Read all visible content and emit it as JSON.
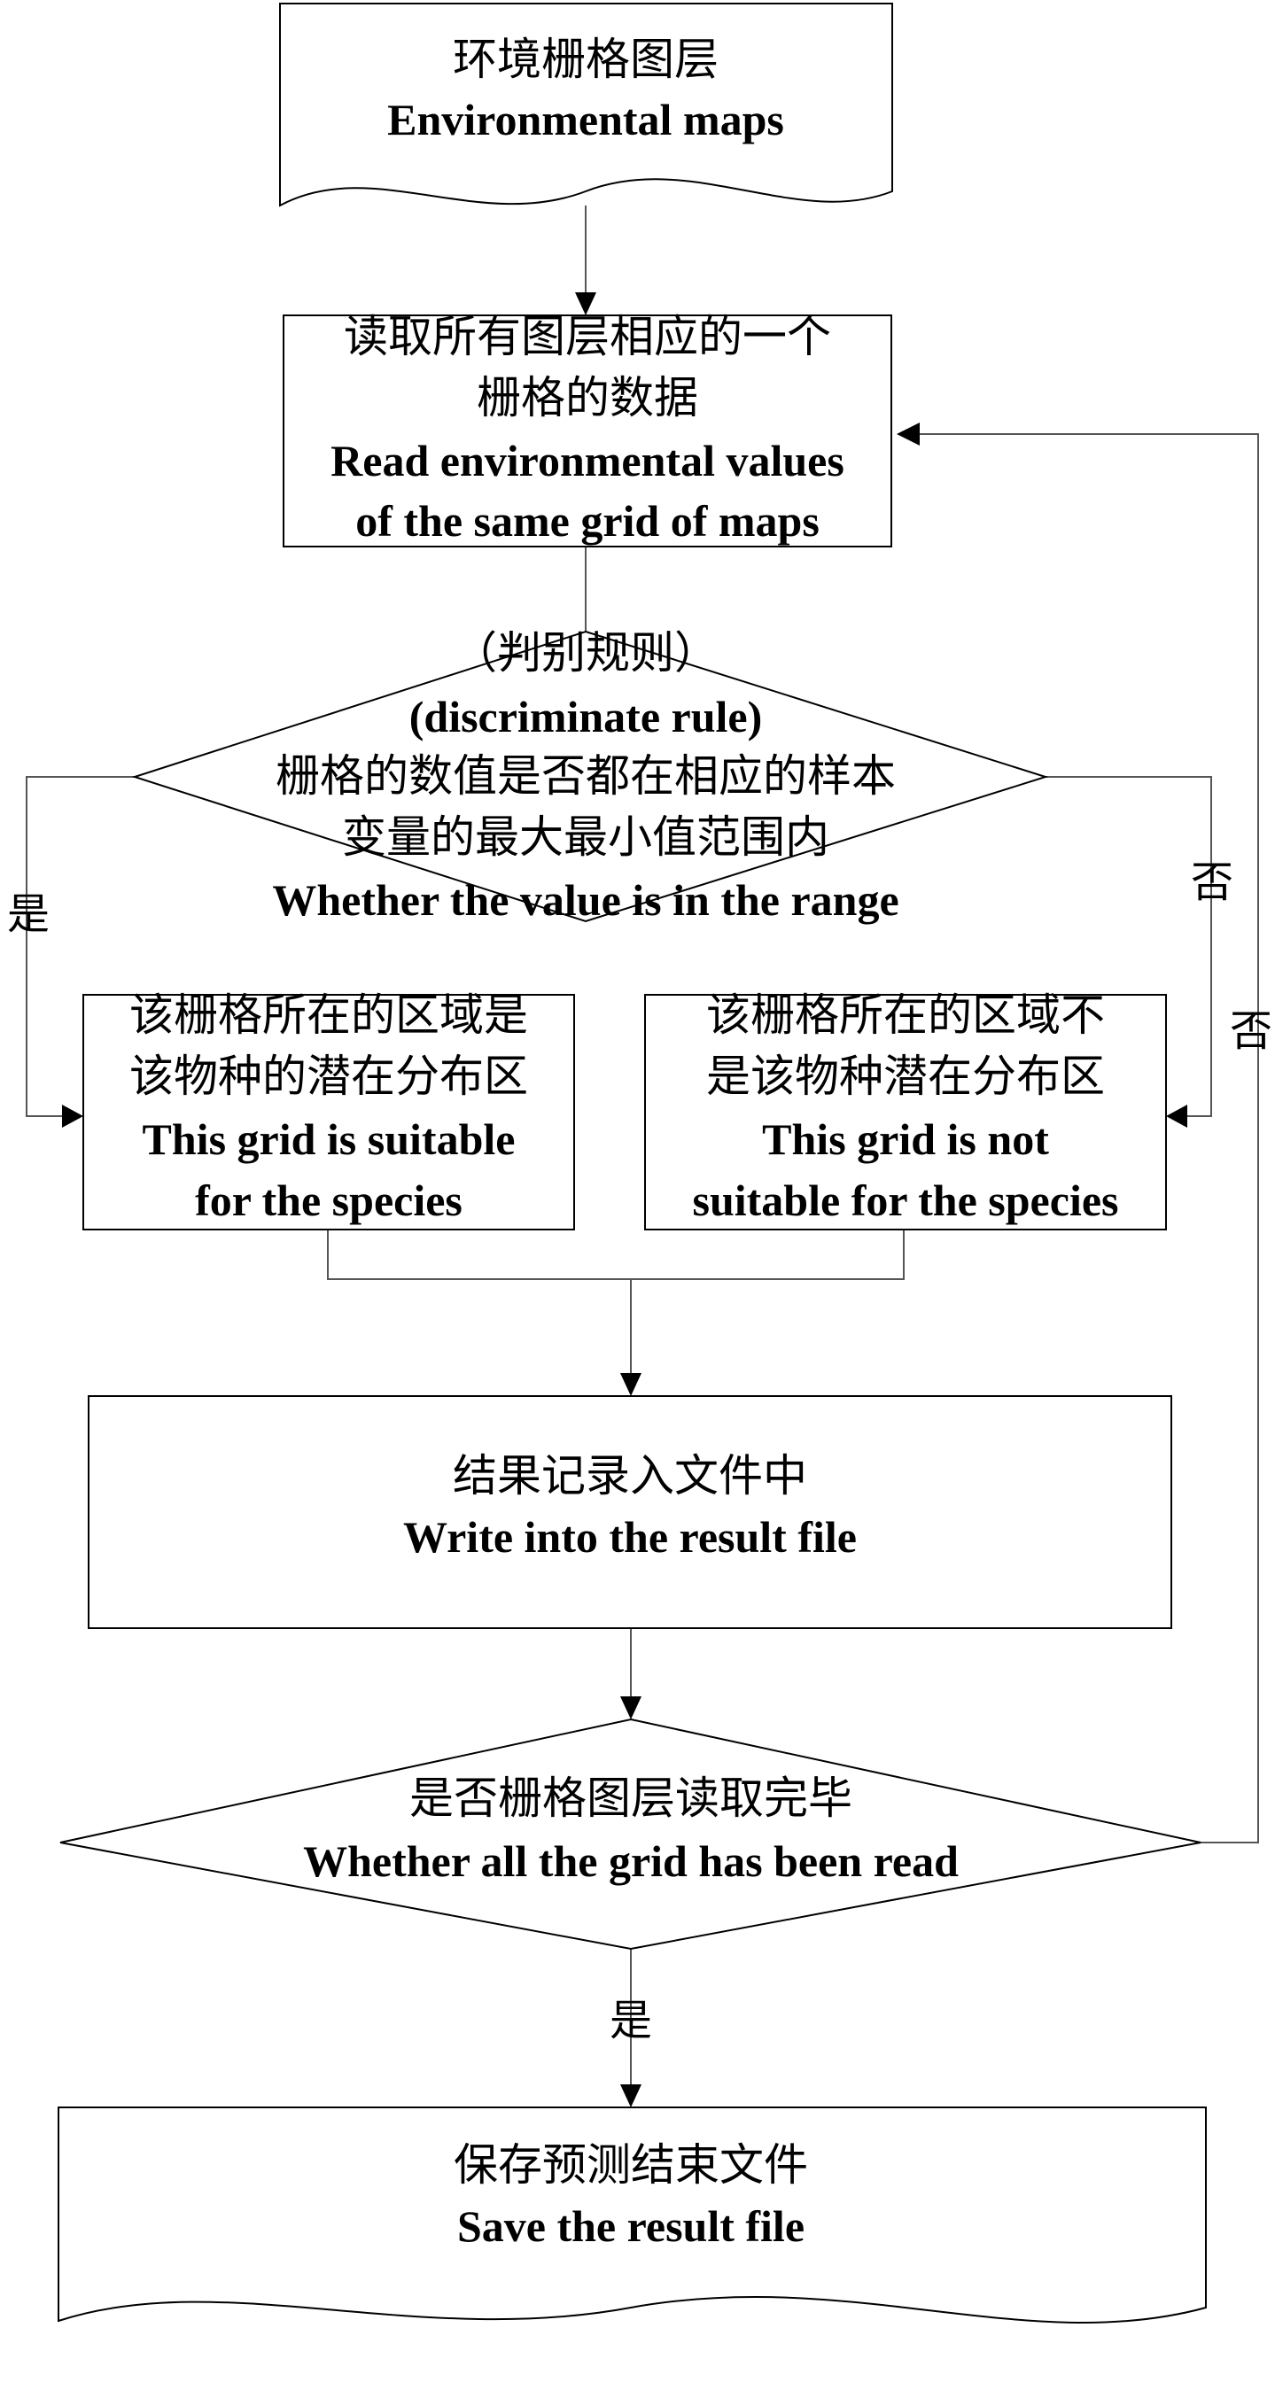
{
  "nodes": {
    "env_maps": {
      "cn": "环境栅格图层",
      "en": "Environmental maps"
    },
    "read_values": {
      "cn1": "读取所有图层相应的一个",
      "cn2": "栅格的数据",
      "en1": "Read environmental values",
      "en2": "of the same grid of maps"
    },
    "rule": {
      "cn_title": "（判别规则）",
      "en_title": "(discriminate rule)",
      "cn1": "栅格的数值是否都在相应的样本",
      "cn2": "变量的最大最小值范围内",
      "en": "Whether the value is in the range"
    },
    "suitable": {
      "cn1": "该栅格所在的区域是",
      "cn2": "该物种的潜在分布区",
      "en1": "This grid is suitable",
      "en2": "for the species"
    },
    "not_suitable": {
      "cn1": "该栅格所在的区域不",
      "cn2": "是该物种潜在分布区",
      "en1": "This grid is not",
      "en2": "suitable for the species"
    },
    "write": {
      "cn": "结果记录入文件中",
      "en": "Write into the result file"
    },
    "all_read": {
      "cn": "是否栅格图层读取完毕",
      "en": "Whether  all the grid has been read"
    },
    "save": {
      "cn": "保存预测结束文件",
      "en": "Save the result file"
    }
  },
  "edge_labels": {
    "yes_left": "是",
    "no_right": "否",
    "no_loop": "否",
    "yes_bottom": "是"
  }
}
